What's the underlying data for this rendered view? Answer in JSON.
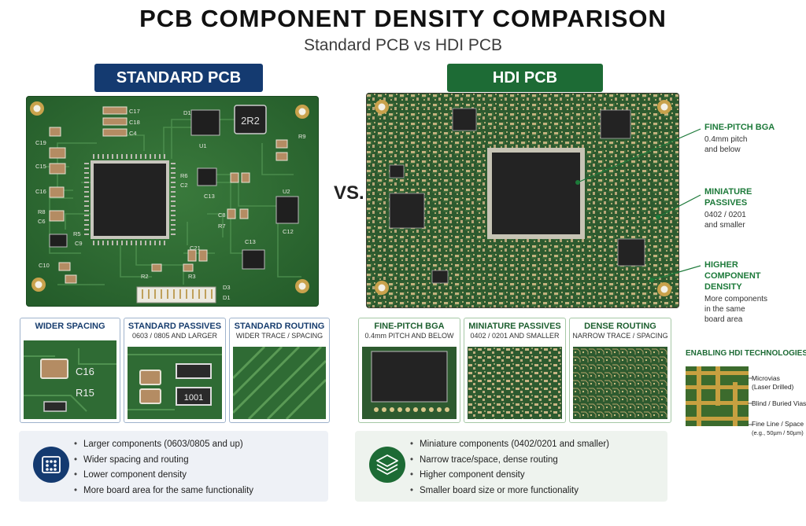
{
  "header": {
    "title": "PCB COMPONENT DENSITY COMPARISON",
    "subtitle": "Standard PCB vs HDI PCB"
  },
  "standard": {
    "banner": "STANDARD PCB",
    "board_labels": {
      "c17": "C17",
      "c18": "C18",
      "c4": "C4",
      "c19": "C19",
      "c15": "C15",
      "c16": "C16",
      "r8": "R8",
      "c6": "C6",
      "r5": "R5",
      "c9": "C9",
      "c10": "C10",
      "d1_top": "D1",
      "u1": "U1",
      "inductor": "2R2",
      "r9": "R9",
      "r6": "R6",
      "c2": "C2",
      "c13a": "C13",
      "u2": "U2",
      "c8": "C8",
      "r7": "R7",
      "c12": "C12",
      "c13b": "C13",
      "c21": "C21",
      "r2": "R2",
      "r3": "R3",
      "d3": "D3",
      "d1_bot": "D1"
    },
    "panels": [
      {
        "title": "WIDER SPACING",
        "subtitle": "",
        "label_a": "C16",
        "label_b": "R15"
      },
      {
        "title": "STANDARD PASSIVES",
        "subtitle": "0603 / 0805 AND LARGER",
        "label_a": "1001"
      },
      {
        "title": "STANDARD ROUTING",
        "subtitle": "WIDER TRACE / SPACING"
      }
    ],
    "summary": [
      "Larger components (0603/0805 and up)",
      "Wider spacing and routing",
      "Lower component density",
      "More board area for the same functionality"
    ],
    "icon": "component-grid-icon"
  },
  "vs": "VS.",
  "hdi": {
    "banner": "HDI PCB",
    "callouts": [
      {
        "title": "FINE-PITCH BGA",
        "desc": [
          "0.4mm pitch",
          "and below"
        ]
      },
      {
        "title": "MINIATURE PASSIVES",
        "desc": [
          "0402 / 0201",
          "and smaller"
        ]
      },
      {
        "title": "HIGHER COMPONENT DENSITY",
        "desc": [
          "More components",
          "in the same",
          "board area"
        ]
      }
    ],
    "panels": [
      {
        "title": "FINE-PITCH BGA",
        "subtitle": "0.4mm PITCH AND BELOW"
      },
      {
        "title": "MINIATURE PASSIVES",
        "subtitle": "0402 / 0201 AND SMALLER"
      },
      {
        "title": "DENSE ROUTING",
        "subtitle": "NARROW TRACE / SPACING"
      }
    ],
    "summary": [
      "Miniature components (0402/0201 and smaller)",
      "Narrow trace/space, dense routing",
      "Higher component density",
      "Smaller board size or more functionality"
    ],
    "icon": "layers-icon"
  },
  "technologies": {
    "title": "ENABLING HDI TECHNOLOGIES",
    "items": [
      {
        "label": [
          "Microvias",
          "(Laser Drilled)"
        ]
      },
      {
        "label": [
          "Blind / Buried Vias"
        ]
      },
      {
        "label": [
          "Fine Line / Space",
          "(e.g., 50µm / 50µm)"
        ]
      }
    ]
  },
  "colors": {
    "standard_blue": "#143a70",
    "hdi_green": "#1d6b35",
    "board_green": "#2f6b34",
    "pad_gold": "#c9a24c"
  }
}
